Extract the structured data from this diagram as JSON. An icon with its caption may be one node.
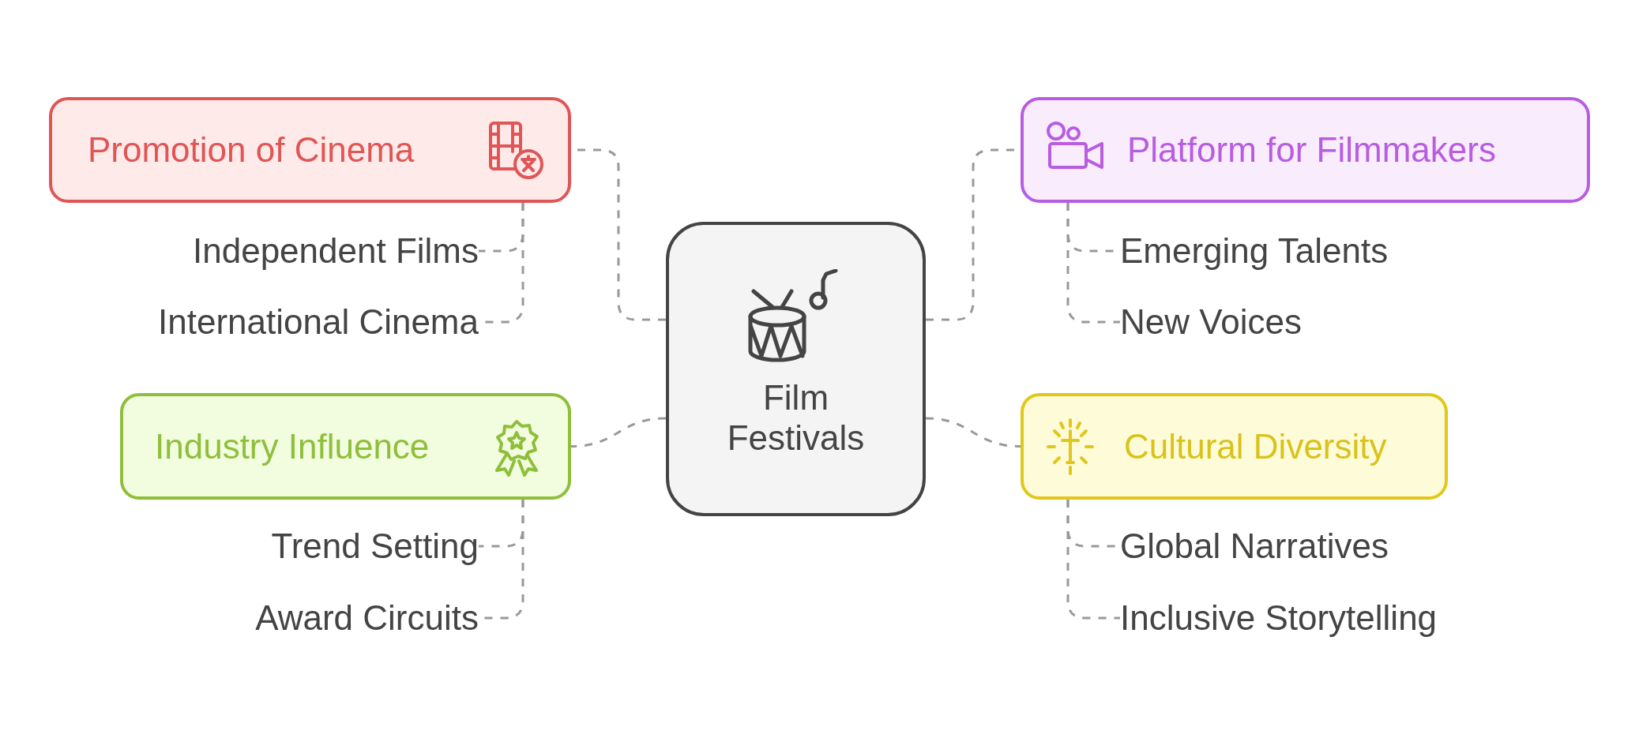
{
  "diagram": {
    "nodes": [
      {
        "text": [
          "Film Festivals"
        ]
      },
      {
        "text": [
          "Promotion of Cinema"
        ]
      },
      {
        "text": [
          "Independent Films"
        ]
      },
      {
        "text": [
          "International Cinema"
        ]
      },
      {
        "text": [
          "Platform for Filmmakers"
        ]
      },
      {
        "text": [
          "Emerging Talents"
        ]
      },
      {
        "text": [
          "New Voices"
        ]
      },
      {
        "text": [
          "Industry Influence"
        ]
      },
      {
        "text": [
          "Trend Setting"
        ]
      },
      {
        "text": [
          "Award Circuits"
        ]
      },
      {
        "text": [
          "Cultural Diversity"
        ]
      },
      {
        "text": [
          "Global Narratives"
        ]
      },
      {
        "text": [
          "Inclusive Storytelling"
        ]
      }
    ],
    "edges": [
      {
        "from": 0,
        "to": 1,
        "arrow": "none",
        "style": "dashed"
      },
      {
        "from": 1,
        "to": 2,
        "arrow": "none",
        "style": "dashed"
      },
      {
        "from": 1,
        "to": 3,
        "arrow": "none",
        "style": "dashed"
      },
      {
        "from": 0,
        "to": 4,
        "arrow": "none",
        "style": "dashed"
      },
      {
        "from": 4,
        "to": 5,
        "arrow": "none",
        "style": "dashed"
      },
      {
        "from": 4,
        "to": 6,
        "arrow": "none",
        "style": "dashed"
      },
      {
        "from": 0,
        "to": 7,
        "arrow": "none",
        "style": "dashed"
      },
      {
        "from": 7,
        "to": 8,
        "arrow": "none",
        "style": "dashed"
      },
      {
        "from": 7,
        "to": 9,
        "arrow": "none",
        "style": "dashed"
      },
      {
        "from": 0,
        "to": 10,
        "arrow": "none",
        "style": "dashed"
      },
      {
        "from": 10,
        "to": 11,
        "arrow": "none",
        "style": "dashed"
      },
      {
        "from": 10,
        "to": 12,
        "arrow": "none",
        "style": "dashed"
      }
    ]
  }
}
